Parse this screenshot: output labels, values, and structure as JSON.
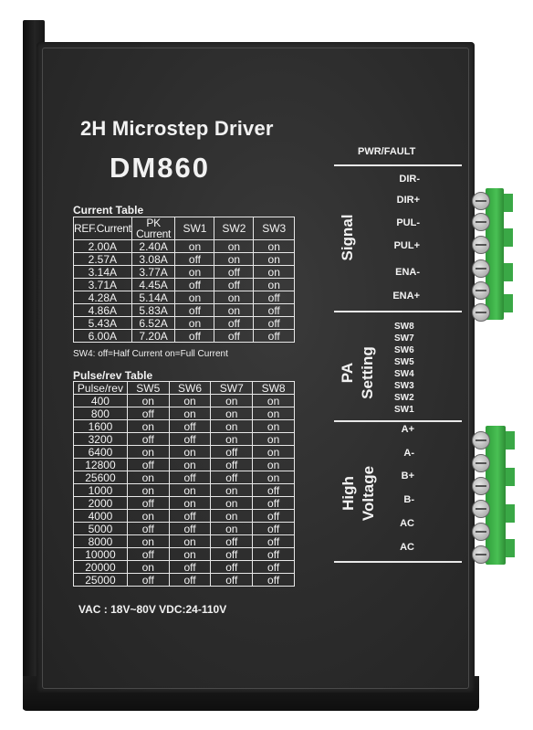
{
  "header": {
    "title": "2H Microstep Driver",
    "model": "DM860"
  },
  "current_table": {
    "heading": "Current Table",
    "columns": [
      "REF.Current",
      "PK Current",
      "SW1",
      "SW2",
      "SW3"
    ],
    "rows": [
      [
        "2.00A",
        "2.40A",
        "on",
        "on",
        "on"
      ],
      [
        "2.57A",
        "3.08A",
        "off",
        "on",
        "on"
      ],
      [
        "3.14A",
        "3.77A",
        "on",
        "off",
        "on"
      ],
      [
        "3.71A",
        "4.45A",
        "off",
        "off",
        "on"
      ],
      [
        "4.28A",
        "5.14A",
        "on",
        "on",
        "off"
      ],
      [
        "4.86A",
        "5.83A",
        "off",
        "on",
        "off"
      ],
      [
        "5.43A",
        "6.52A",
        "on",
        "off",
        "off"
      ],
      [
        "6.00A",
        "7.20A",
        "off",
        "off",
        "off"
      ]
    ],
    "note": "SW4: off=Half Current on=Full Current"
  },
  "pulse_table": {
    "heading": "Pulse/rev Table",
    "columns": [
      "Pulse/rev",
      "SW5",
      "SW6",
      "SW7",
      "SW8"
    ],
    "rows": [
      [
        "400",
        "on",
        "on",
        "on",
        "on"
      ],
      [
        "800",
        "off",
        "on",
        "on",
        "on"
      ],
      [
        "1600",
        "on",
        "off",
        "on",
        "on"
      ],
      [
        "3200",
        "off",
        "off",
        "on",
        "on"
      ],
      [
        "6400",
        "on",
        "on",
        "off",
        "on"
      ],
      [
        "12800",
        "off",
        "on",
        "off",
        "on"
      ],
      [
        "25600",
        "on",
        "off",
        "off",
        "on"
      ],
      [
        "1000",
        "on",
        "on",
        "on",
        "off"
      ],
      [
        "2000",
        "off",
        "on",
        "on",
        "off"
      ],
      [
        "4000",
        "on",
        "off",
        "on",
        "off"
      ],
      [
        "5000",
        "off",
        "off",
        "on",
        "off"
      ],
      [
        "8000",
        "on",
        "on",
        "off",
        "off"
      ],
      [
        "10000",
        "off",
        "on",
        "off",
        "off"
      ],
      [
        "20000",
        "on",
        "off",
        "off",
        "off"
      ],
      [
        "25000",
        "off",
        "off",
        "off",
        "off"
      ]
    ]
  },
  "footer": {
    "voltage": "VAC : 18V~80V VDC:24-110V"
  },
  "right_panel": {
    "pwr_fault": "PWR/FAULT",
    "signal": {
      "label": "Signal",
      "pins": [
        "DIR-",
        "DIR+",
        "PUL-",
        "PUL+",
        "ENA-",
        "ENA+"
      ]
    },
    "pa_setting": {
      "label_line1": "PA",
      "label_line2": "Setting",
      "switches": [
        "SW8",
        "SW7",
        "SW6",
        "SW5",
        "SW4",
        "SW3",
        "SW2",
        "SW1"
      ]
    },
    "high_voltage": {
      "label_line1": "High",
      "label_line2": "Voltage",
      "pins": [
        "A+",
        "A-",
        "B+",
        "B-",
        "AC",
        "AC"
      ]
    }
  },
  "colors": {
    "body": "#2c2c2c",
    "text": "#f2f2f2",
    "terminal": "#3fb04a"
  }
}
